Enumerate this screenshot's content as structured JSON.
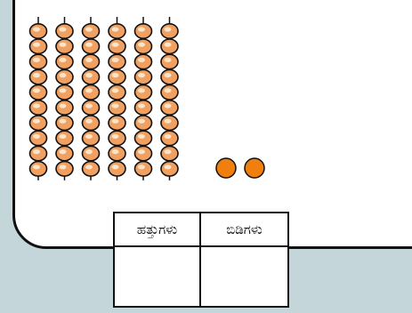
{
  "counting": {
    "rods": {
      "count": 6,
      "beads_per_rod": 10
    },
    "loose_beads": 2,
    "bead_color": "#f0a060",
    "loose_bead_color": "#f07f10"
  },
  "place_value_table": {
    "headers": [
      "ಹತ್ತುಗಳು",
      "ಬಿಡಿಗಳು"
    ],
    "tens_value": "",
    "ones_value": ""
  }
}
